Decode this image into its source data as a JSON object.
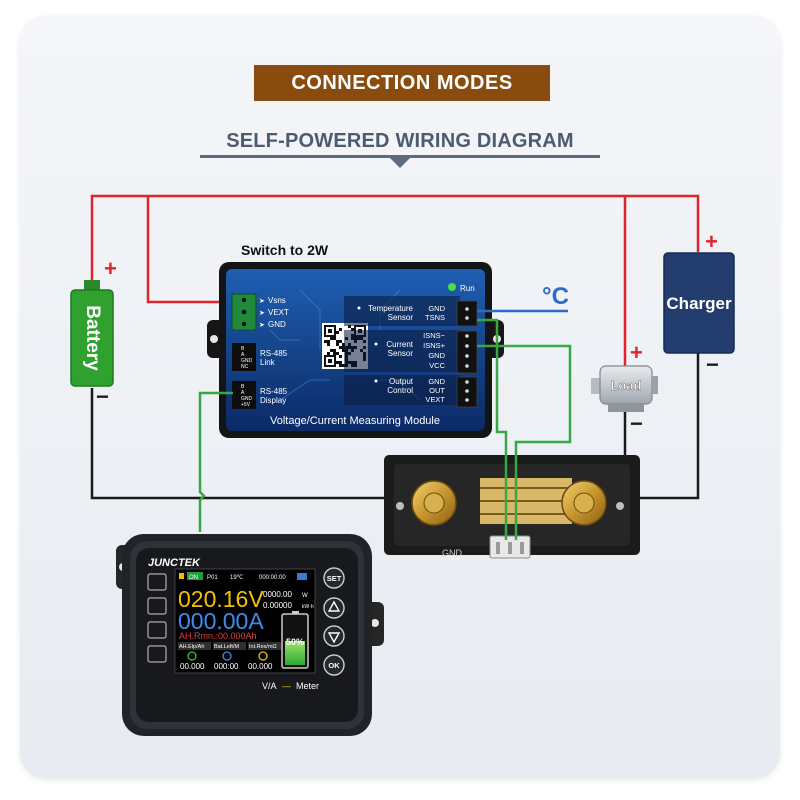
{
  "banner": {
    "title": "CONNECTION MODES"
  },
  "subtitle": "SELF-POWERED WIRING DIAGRAM",
  "battery": {
    "label": "Battery",
    "plus": "+",
    "minus": "−"
  },
  "charger": {
    "label": "Charger",
    "plus": "+",
    "minus": "−"
  },
  "load": {
    "label": "Load",
    "plus": "+",
    "minus": "−"
  },
  "module": {
    "switch_note": "Switch to 2W",
    "run_label": "Run",
    "title": "Voltage/Current Measuring Module",
    "left_pins": [
      "Vsns",
      "VEXT",
      "GND"
    ],
    "rs485_link": {
      "label1": "RS-485",
      "label2": "Link",
      "pins": [
        "B",
        "A",
        "GND",
        "NC"
      ]
    },
    "rs485_display": {
      "label1": "RS-485",
      "label2": "Display",
      "pins": [
        "B",
        "A",
        "GND",
        "+5V"
      ]
    },
    "groups": [
      {
        "line1": "Temperature",
        "line2": "Sensor",
        "pins": [
          "GND",
          "TSNS"
        ]
      },
      {
        "line1": "Current",
        "line2": "Sensor",
        "pins": [
          "ISNS−",
          "ISNS+",
          "GND",
          "VCC"
        ]
      },
      {
        "line1": "Output",
        "line2": "Control",
        "pins": [
          "GND",
          "OUT",
          "VEXT"
        ]
      }
    ]
  },
  "temp_symbol": "°C",
  "shunt": {
    "gnd_label": "GND"
  },
  "meter": {
    "brand": "JUNCTEK",
    "status": {
      "on": "ON",
      "profile": "P01",
      "temp": "19℃",
      "time": "000:00:00"
    },
    "voltage": "020.16V",
    "current": "000.00A",
    "power": "0000.00",
    "power_unit": "W",
    "energy": "0.00000",
    "energy_unit": "kW·h",
    "ah_remaining": "AH.Rmn.:00.000Ah",
    "percent": "50%",
    "labels": [
      "AH.Elp/Ah",
      "Bat.Left/M",
      "Int.Res/mΩ"
    ],
    "values": [
      "00.000",
      "000:00",
      "00.000"
    ],
    "buttons": [
      "SET",
      "OK"
    ],
    "footer": {
      "va": "V/A",
      "dash": "—",
      "meter": "Meter"
    }
  },
  "colors": {
    "red_wire": "#e0242a",
    "black_wire": "#1a1a1a",
    "green_wire": "#3aa745",
    "blue_wire": "#2d6cc6",
    "banner": "#8a4b0f",
    "battery": "#2fa12e",
    "charger": "#233e6e"
  }
}
